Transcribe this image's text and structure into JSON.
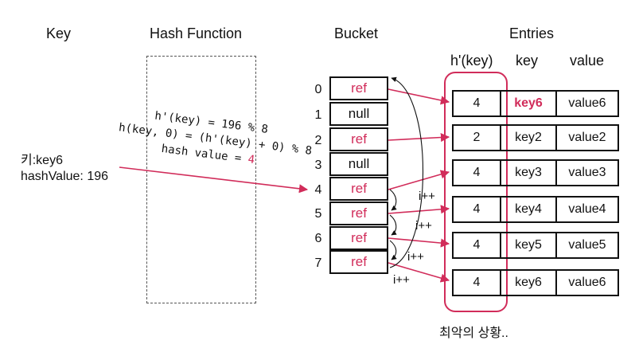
{
  "colors": {
    "accent": "#d12c5a",
    "line": "#111111"
  },
  "headers": {
    "key": "Key",
    "hash_function": "Hash Function",
    "bucket": "Bucket",
    "entries": "Entries"
  },
  "entry_columns": {
    "h": "h'(key)",
    "key": "key",
    "value": "value"
  },
  "key_input": {
    "line1": "키:key6",
    "line2": "hashValue: 196"
  },
  "formula": {
    "line1": "h'(key) = 196 % 8",
    "line2": "h(key, 0) = (h'(key) + 0) % 8",
    "line3_prefix": "hash value = ",
    "line3_value": "4"
  },
  "buckets": [
    {
      "index": "0",
      "value": "ref"
    },
    {
      "index": "1",
      "value": "null"
    },
    {
      "index": "2",
      "value": "ref"
    },
    {
      "index": "3",
      "value": "null"
    },
    {
      "index": "4",
      "value": "ref"
    },
    {
      "index": "5",
      "value": "ref"
    },
    {
      "index": "6",
      "value": "ref"
    },
    {
      "index": "7",
      "value": "ref"
    }
  ],
  "entries": [
    {
      "h": "4",
      "key": "key6",
      "value": "value6"
    },
    {
      "h": "2",
      "key": "key2",
      "value": "value2"
    },
    {
      "h": "4",
      "key": "key3",
      "value": "value3"
    },
    {
      "h": "4",
      "key": "key4",
      "value": "value4"
    },
    {
      "h": "4",
      "key": "key5",
      "value": "value5"
    },
    {
      "h": "4",
      "key": "key6",
      "value": "value6"
    }
  ],
  "probe_labels": [
    "i++",
    "i++",
    "i++",
    "i++"
  ],
  "caption": "최악의 상황.."
}
